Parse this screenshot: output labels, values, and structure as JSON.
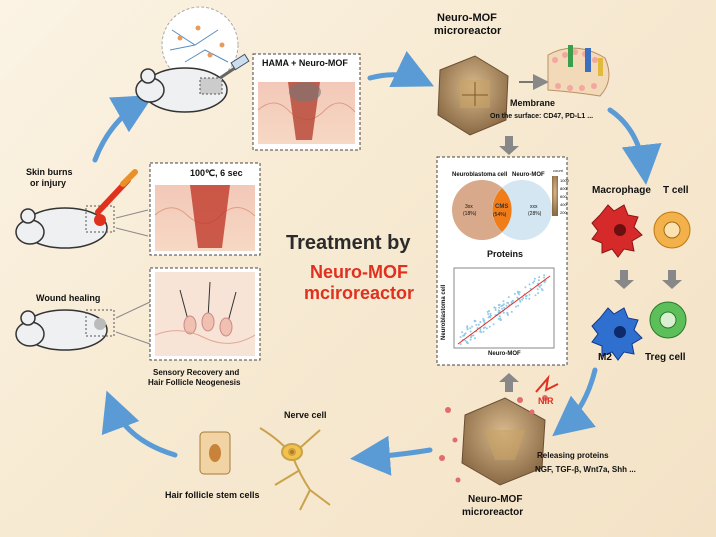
{
  "center": {
    "line1": "Treatment by",
    "line2": "Neuro-MOF",
    "line3": "mciroreactor"
  },
  "top": {
    "hama_label": "HAMA + Neuro-MOF",
    "reactor_title_1": "Neuro-MOF",
    "reactor_title_2": "microreactor",
    "membrane_label": "Membrane",
    "surface_label": "On the surface: CD47, PD-L1 ..."
  },
  "left": {
    "skin_burns_1": "Skin burns",
    "skin_burns_2": "or injury",
    "heat_label": "100℃, 6 sec",
    "wound_healing": "Wound healing",
    "sensory_1": "Sensory Recovery and",
    "sensory_2": "Hair Follicle Neogenesis"
  },
  "venn": {
    "left_title": "Neuroblastoma cell",
    "right_title": "Neuro-MOF",
    "left_count": "3xx",
    "left_pct": "(18%)",
    "center_count": "CMS",
    "center_pct": "(54%)",
    "right_count": "xxx",
    "right_pct": "(28%)",
    "legend_title": "count",
    "legend_ticks": [
      "1000",
      "800",
      "600",
      "400",
      "200"
    ],
    "proteins_label": "Proteins"
  },
  "scatter": {
    "ylabel": "Neuroblastoma cell",
    "xlabel": "Neuro-MOF"
  },
  "immune": {
    "macrophage": "Macrophage",
    "tcell": "T cell",
    "m2": "M2",
    "treg": "Treg cell"
  },
  "bottom": {
    "nir": "NIR",
    "releasing": "Releasing proteins",
    "factors": "NGF, TGF-β, Wnt7a, Shh ...",
    "reactor_title_1": "Neuro-MOF",
    "reactor_title_2": "microreactor",
    "nerve_cell": "Nerve cell",
    "stem_cells": "Hair follicle stem cells"
  },
  "colors": {
    "arrow_blue": "#5b9bd5",
    "accent_red": "#e0301e",
    "venn_left": "#d4a07e",
    "venn_center": "#f07d1a",
    "venn_right": "#cfe3f0"
  }
}
